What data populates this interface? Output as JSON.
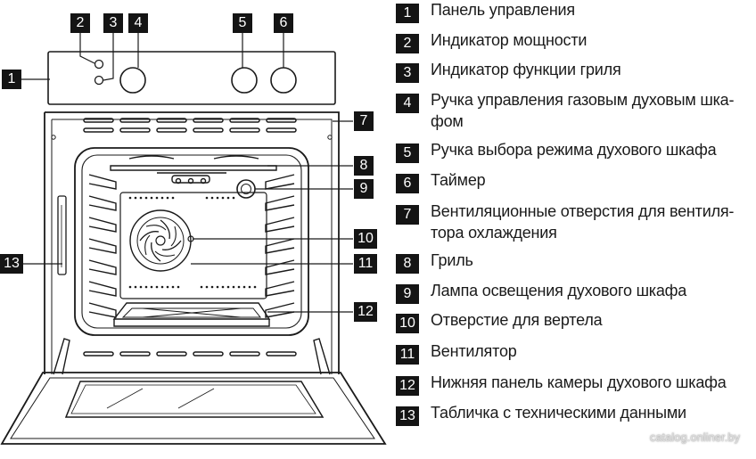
{
  "diagram": {
    "callouts": [
      "1",
      "2",
      "3",
      "4",
      "5",
      "6",
      "7",
      "8",
      "9",
      "10",
      "11",
      "12",
      "13"
    ]
  },
  "legend": {
    "items": [
      {
        "num": "1",
        "lines": [
          "Панель управления"
        ]
      },
      {
        "num": "2",
        "lines": [
          "Индикатор мощности"
        ]
      },
      {
        "num": "3",
        "lines": [
          "Индикатор функции гриля"
        ]
      },
      {
        "num": "4",
        "lines": [
          "Ручка управления газовым духовым шка-",
          "фом"
        ]
      },
      {
        "num": "5",
        "lines": [
          "Ручка выбора режима духового шкафа"
        ]
      },
      {
        "num": "6",
        "lines": [
          "Таймер"
        ]
      },
      {
        "num": "7",
        "lines": [
          "Вентиляционные отверстия для вентиля-",
          "тора охлаждения"
        ]
      },
      {
        "num": "8",
        "lines": [
          "Гриль"
        ]
      },
      {
        "num": "9",
        "lines": [
          "Лампа освещения духового шкафа"
        ]
      },
      {
        "num": "10",
        "lines": [
          "Отверстие для вертела"
        ]
      },
      {
        "num": "11",
        "lines": [
          "Вентилятор"
        ]
      },
      {
        "num": "12",
        "lines": [
          "Нижняя панель камеры духового шкафа"
        ]
      },
      {
        "num": "13",
        "lines": [
          "Табличка с техническими данными"
        ]
      }
    ]
  },
  "watermark": "catalog.onliner.by",
  "colors": {
    "label_bg": "#141414",
    "label_fg": "#ffffff",
    "line": "#1a1a1a"
  }
}
